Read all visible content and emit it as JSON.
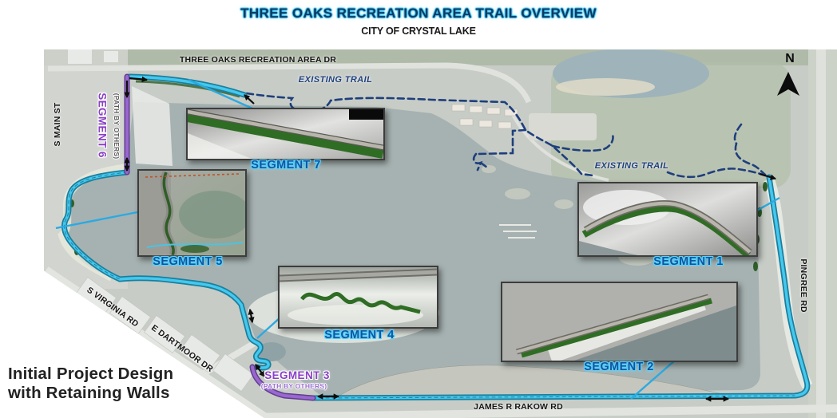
{
  "header": {
    "title": "THREE OAKS RECREATION AREA TRAIL OVERVIEW",
    "subtitle": "CITY OF CRYSTAL LAKE"
  },
  "caption": {
    "line1": "Initial Project Design",
    "line2": "with Retaining Walls"
  },
  "map": {
    "north_indicator": "N",
    "roads": {
      "three_oaks": "THREE OAKS RECREATION AREA DR",
      "s_main": "S MAIN ST",
      "s_virginia": "S VIRGINIA RD",
      "e_dartmoor": "E DARTMOOR DR",
      "james_r_rakow": "JAMES R RAKOW RD",
      "pingree": "PINGREE RD"
    },
    "existing_trail": {
      "label_west": "EXISTING TRAIL",
      "label_east": "EXISTING TRAIL"
    },
    "segments": {
      "seg1": {
        "label": "SEGMENT 1"
      },
      "seg2": {
        "label": "SEGMENT 2"
      },
      "seg3": {
        "label": "SEGMENT 3",
        "sublabel": "(PATH BY OTHERS)"
      },
      "seg4": {
        "label": "SEGMENT 4"
      },
      "seg5": {
        "label": "SEGMENT 5"
      },
      "seg6": {
        "label": "SEGMENT 6",
        "sublabel": "(PATH BY OTHERS)"
      },
      "seg7": {
        "label": "SEGMENT 7"
      }
    },
    "legend_colors": {
      "proposed_trail_cyan": "#45c8ee",
      "path_by_others_purple": "#9a67cf",
      "existing_trail_navy": "#1e3f7c"
    }
  }
}
